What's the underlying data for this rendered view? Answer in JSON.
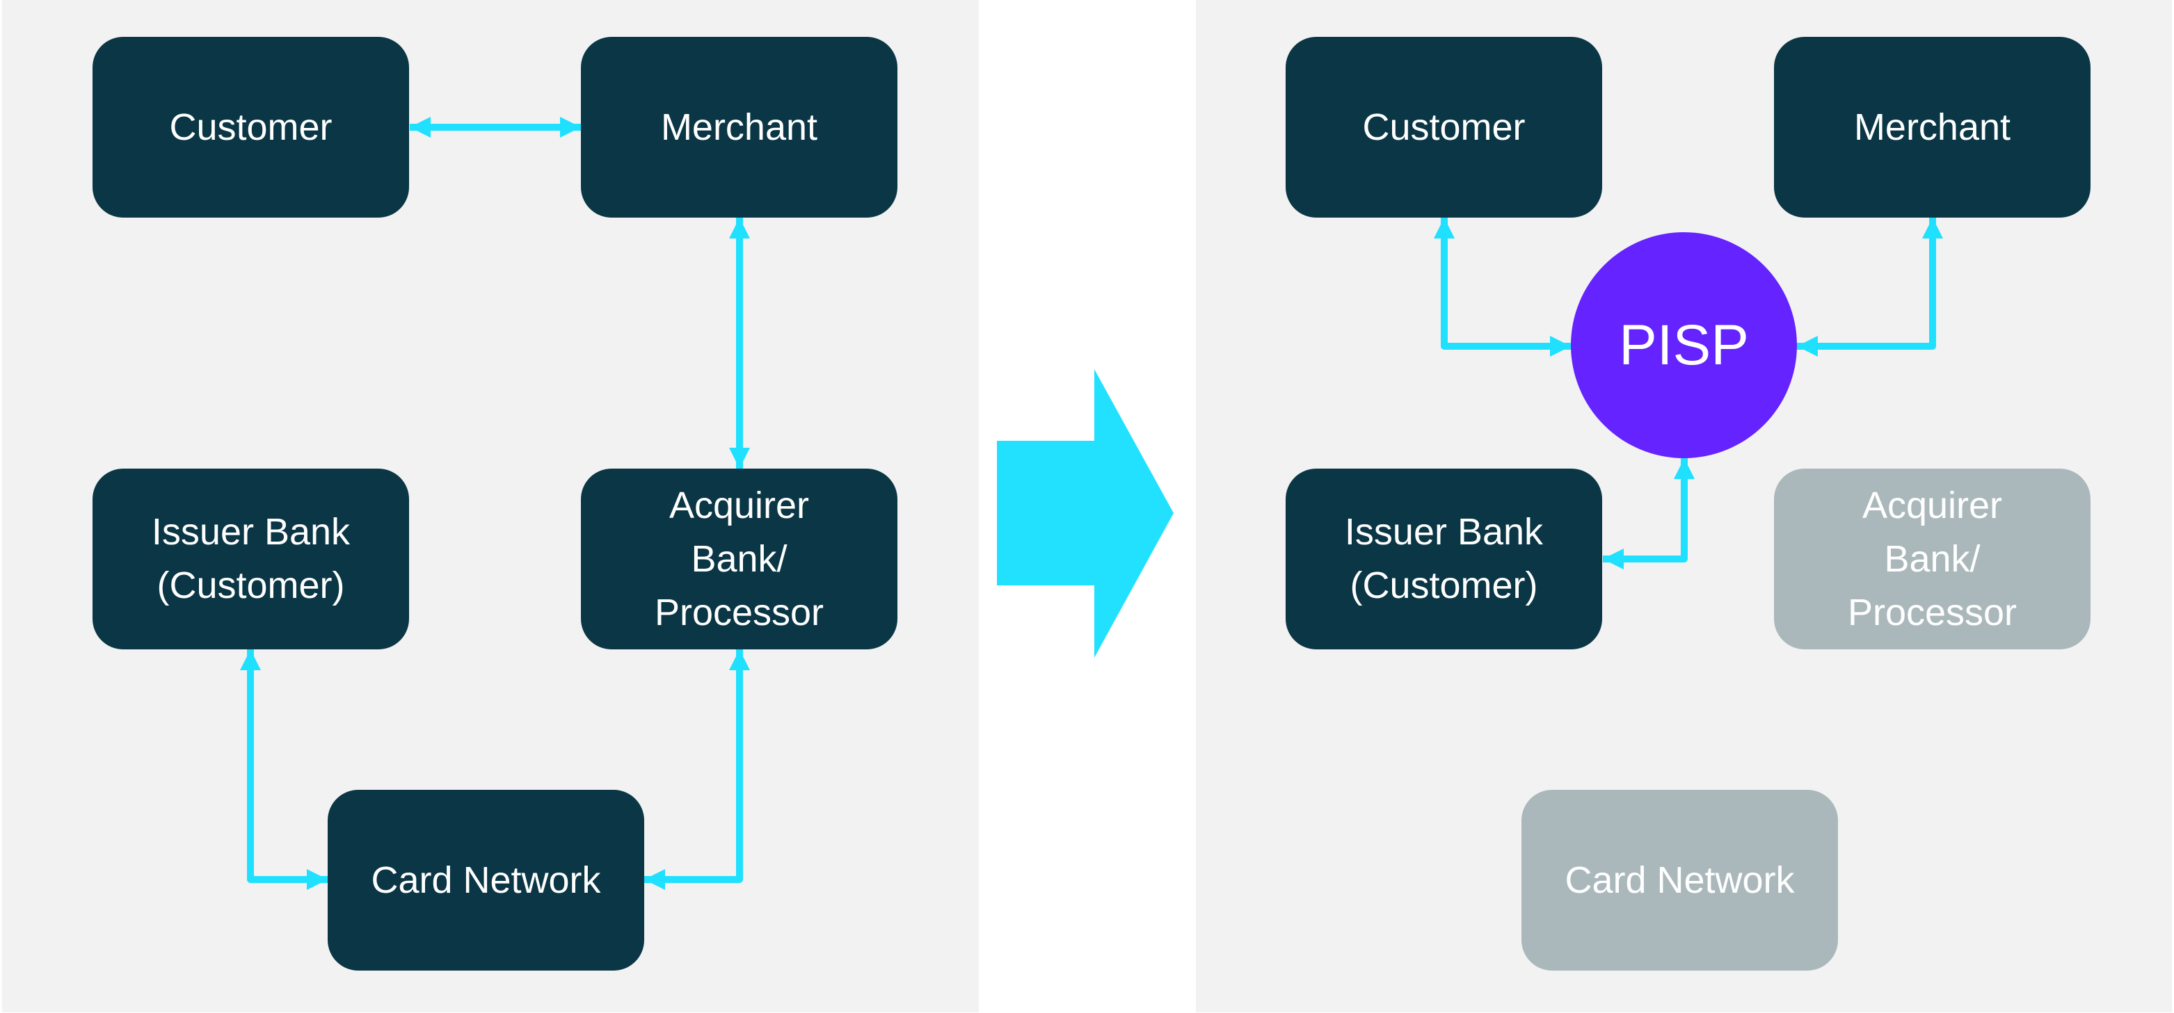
{
  "colors": {
    "panel_background": "#F2F2F2",
    "node_active": "#0A3645",
    "node_inactive": "#ABB8BB",
    "pisp": "#6423FF",
    "connector": "#1FE0FF",
    "transition_arrow": "#22E1FF"
  },
  "before": {
    "nodes": {
      "customer": "Customer",
      "merchant": "Merchant",
      "issuer_bank": "Issuer Bank\n(Customer)",
      "acquirer_bank": "Acquirer\nBank/\nProcessor",
      "card_network": "Card Network"
    },
    "connections": [
      {
        "from": "customer",
        "to": "merchant",
        "bidirectional": true
      },
      {
        "from": "merchant",
        "to": "acquirer_bank",
        "bidirectional": true
      },
      {
        "from": "issuer_bank",
        "to": "card_network",
        "bidirectional": true
      },
      {
        "from": "acquirer_bank",
        "to": "card_network",
        "bidirectional": true
      }
    ]
  },
  "transition": {
    "icon": "right-arrow-icon"
  },
  "after": {
    "center": "PISP",
    "nodes": {
      "customer": "Customer",
      "merchant": "Merchant",
      "issuer_bank": "Issuer Bank\n(Customer)",
      "acquirer_bank": "Acquirer\nBank/\nProcessor",
      "card_network": "Card Network"
    },
    "inactive_nodes": [
      "acquirer_bank",
      "card_network"
    ],
    "connections": [
      {
        "from": "customer",
        "to": "PISP",
        "bidirectional": true
      },
      {
        "from": "merchant",
        "to": "PISP",
        "bidirectional": true
      },
      {
        "from": "PISP",
        "to": "issuer_bank",
        "bidirectional": true
      }
    ]
  }
}
